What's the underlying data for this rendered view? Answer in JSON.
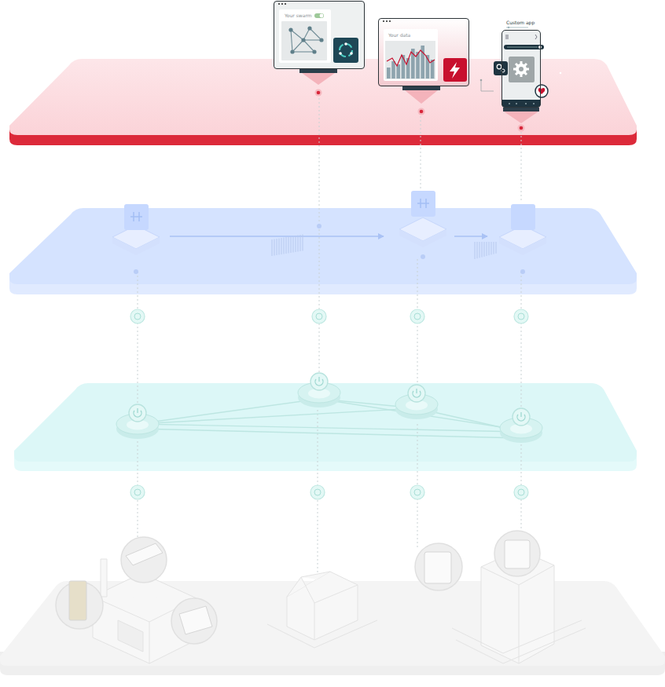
{
  "diagram": {
    "nodes": [
      {
        "text": [
          "Your swarm"
        ]
      },
      {
        "text": [
          "Your data"
        ]
      },
      {
        "text": [
          "Custom app"
        ]
      }
    ]
  }
}
